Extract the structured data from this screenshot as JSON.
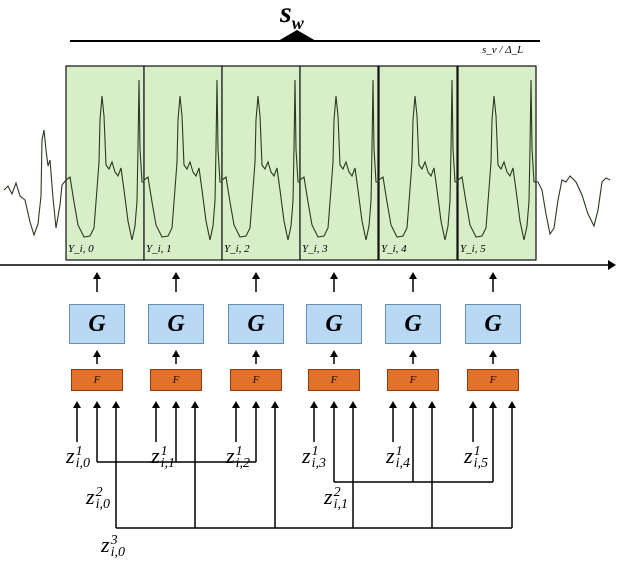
{
  "title": {
    "main": "s",
    "sub": "w"
  },
  "ratio_label": "s_v / Δ_L",
  "window_labels": [
    "Y_i, 0",
    "Y_i, 1",
    "Y_i, 2",
    "Y_i, 3",
    "Y_i, 4",
    "Y_i, 5"
  ],
  "generator_label": "G",
  "f_label": "F",
  "z1_labels": [
    {
      "base": "z",
      "sup": "1",
      "sub": "i,0"
    },
    {
      "base": "z",
      "sup": "1",
      "sub": "i,1"
    },
    {
      "base": "z",
      "sup": "1",
      "sub": "i,2"
    },
    {
      "base": "z",
      "sup": "1",
      "sub": "i,3"
    },
    {
      "base": "z",
      "sup": "1",
      "sub": "i,4"
    },
    {
      "base": "z",
      "sup": "1",
      "sub": "i,5"
    }
  ],
  "z2_labels": [
    {
      "base": "z",
      "sup": "2",
      "sub": "i,0"
    },
    {
      "base": "z",
      "sup": "2",
      "sub": "i,1"
    }
  ],
  "z3_label": {
    "base": "z",
    "sup": "3",
    "sub": "i,0"
  },
  "colors": {
    "window_fill": "#d8eec8",
    "window_border": "#111111",
    "signal": "#2a3a20",
    "g_fill": "#b8d8f4",
    "f_fill": "#e2722a"
  }
}
